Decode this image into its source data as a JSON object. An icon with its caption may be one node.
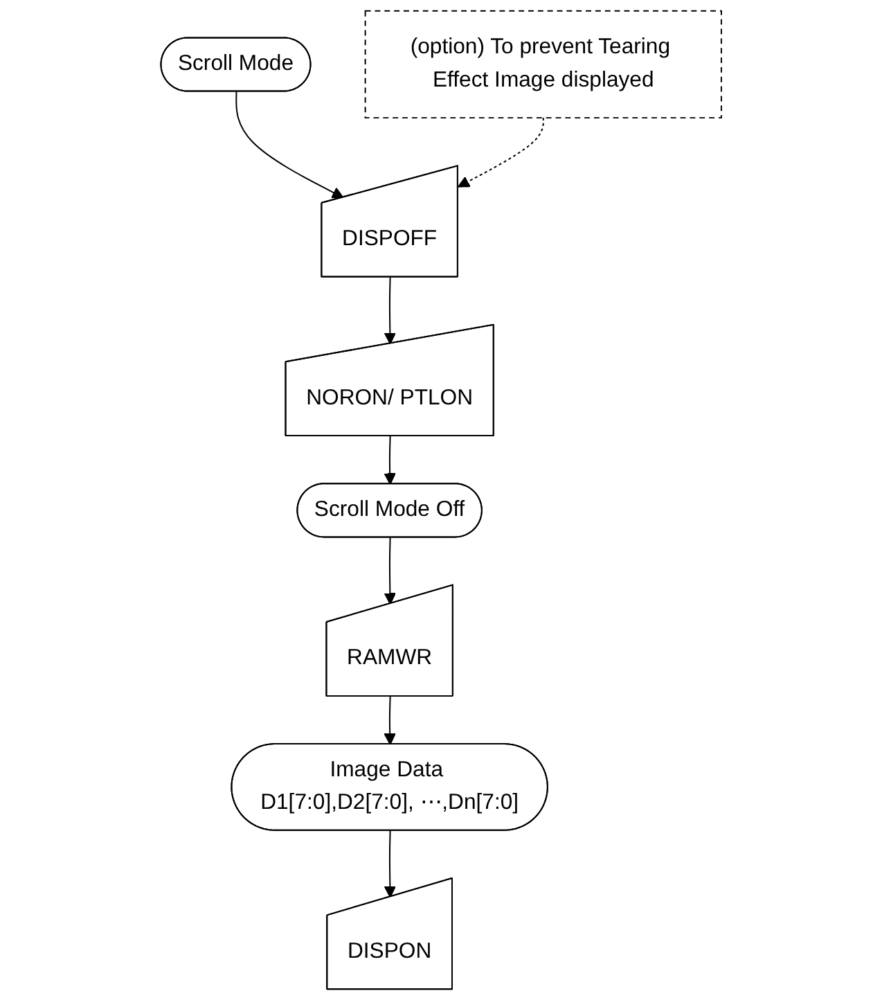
{
  "diagram": {
    "nodes": [
      {
        "text": [
          "Scroll Mode"
        ]
      },
      {
        "text": [
          "DISPOFF"
        ]
      },
      {
        "text": [
          "NORON/ PTLON"
        ]
      },
      {
        "text": [
          "Scroll Mode Off"
        ]
      },
      {
        "text": [
          "RAMWR"
        ]
      },
      {
        "text": [
          "Image Data D1[7:0],D2[7:0], ⋯,Dn[7:0]"
        ]
      },
      {
        "text": [
          "DISPON"
        ]
      },
      {
        "text": [
          "(option) To prevent Tearing Effect Image displayed"
        ]
      }
    ],
    "edges": [
      {
        "from": 0,
        "to": 1,
        "arrow": "to"
      },
      {
        "from": 1,
        "to": 2,
        "arrow": "to"
      },
      {
        "from": 2,
        "to": 3,
        "arrow": "to"
      },
      {
        "from": 3,
        "to": 4,
        "arrow": "to"
      },
      {
        "from": 4,
        "to": 5,
        "arrow": "to"
      },
      {
        "from": 5,
        "to": 6,
        "arrow": "to"
      },
      {
        "from": 7,
        "to": 1,
        "arrow": "to",
        "style": "dashed"
      }
    ]
  }
}
